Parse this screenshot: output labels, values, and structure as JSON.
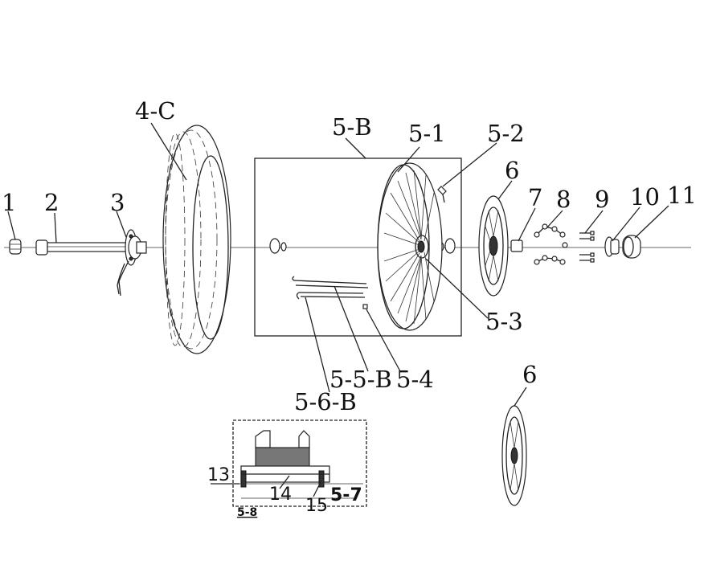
{
  "labels": {
    "p1": "1",
    "p2": "2",
    "p3": "3",
    "p4c": "4-C",
    "p5b": "5-B",
    "p5_1": "5-1",
    "p5_2": "5-2",
    "p6_top": "6",
    "p7": "7",
    "p8": "8",
    "p9": "9",
    "p10": "10",
    "p11": "11",
    "p5_3": "5-3",
    "p5_4": "5-4",
    "p5_5b": "5-5-B",
    "p5_6b": "5-6-B",
    "p6_bottom": "6",
    "p13": "13",
    "p14": "14",
    "p15": "15",
    "p5_7": "5-7",
    "p5_8": "5-8"
  }
}
